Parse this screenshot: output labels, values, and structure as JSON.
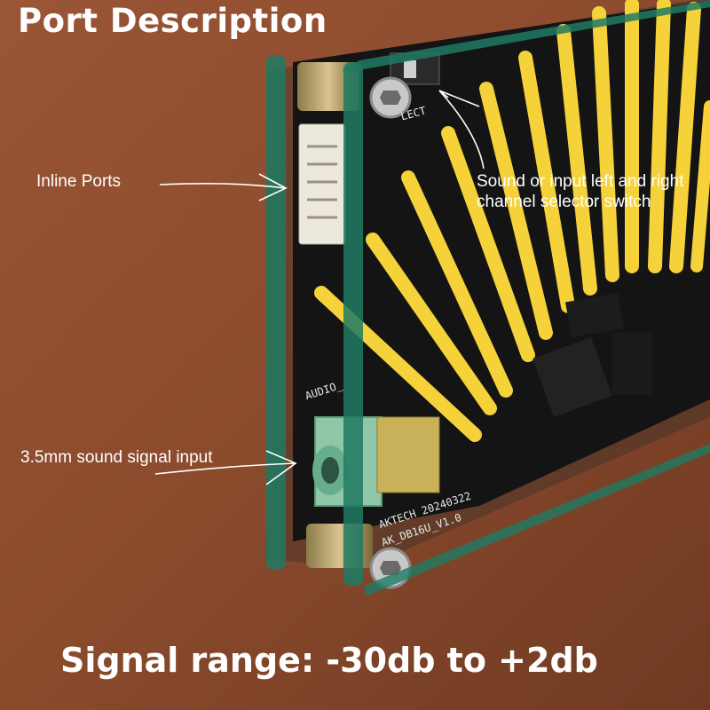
{
  "title": "Port Description",
  "footer": "Signal range: -30db to +2db",
  "annotations": {
    "inline_ports": "Inline Ports",
    "audio_input": "3.5mm sound signal input",
    "channel_switch": "Sound or input left and right channel selector switch"
  },
  "pcb_labels": {
    "audio": "AUDIO_",
    "select": "LECT",
    "brand": "AKTECH 20240322",
    "model": "AK_DB16U_V1.0"
  },
  "colors": {
    "led": "#f5d23a",
    "pcb": "#141414",
    "acrylic_edge": "#1e7a63",
    "background": "#8a4a2c"
  }
}
